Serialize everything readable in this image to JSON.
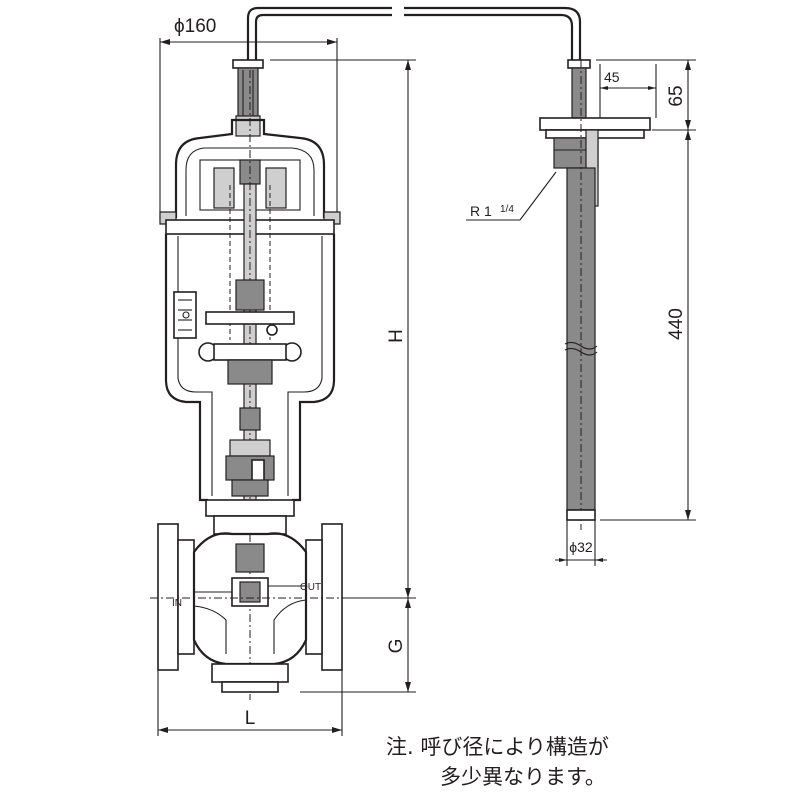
{
  "dimensions": {
    "top_diameter": "ϕ160",
    "height": "H",
    "height_lower": "G",
    "length": "L",
    "bulb_flange_width": "45",
    "bulb_flange_height": "65",
    "bulb_length": "440",
    "bulb_thread": "R 1",
    "bulb_thread_frac": "1/4",
    "bulb_diameter": "ϕ32"
  },
  "ports": {
    "inlet": "IN",
    "outlet": "OUT"
  },
  "note": {
    "line1": "注. 呼び径により構造が",
    "line2": "多少異なります。"
  }
}
